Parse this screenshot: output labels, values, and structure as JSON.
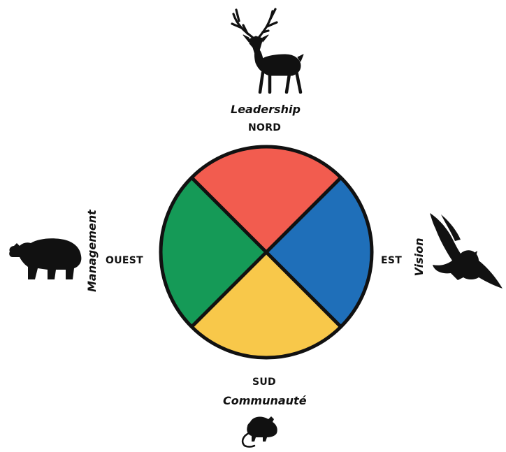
{
  "wheel": {
    "segments": [
      {
        "direction": "NORD",
        "role": "Leadership",
        "animal": "deer-icon",
        "color": "#f25c4f"
      },
      {
        "direction": "EST",
        "role": "Vision",
        "animal": "eagle-icon",
        "color": "#1f6fb9"
      },
      {
        "direction": "SUD",
        "role": "Communauté",
        "animal": "mouse-icon",
        "color": "#f8c84a"
      },
      {
        "direction": "OUEST",
        "role": "Management",
        "animal": "bear-icon",
        "color": "#159a57"
      }
    ],
    "outline_color": "#111111"
  }
}
